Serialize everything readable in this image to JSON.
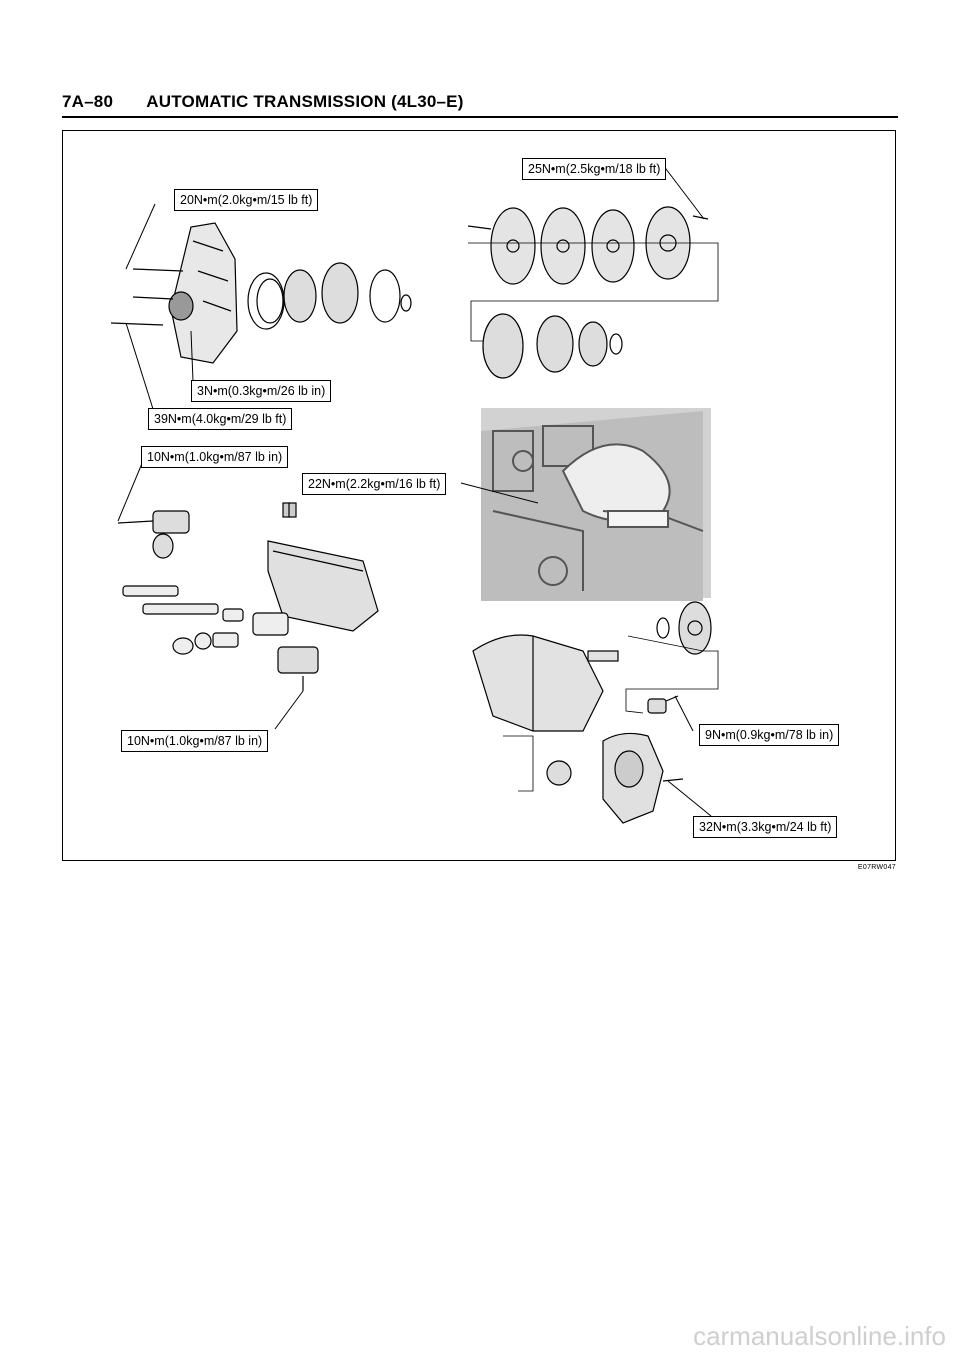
{
  "page": {
    "section_code": "7A–80",
    "section_title": "AUTOMATIC TRANSMISSION (4L30–E)"
  },
  "figure": {
    "id": "E07RW047",
    "torque_labels": {
      "t1": "20N•m(2.0kg•m/15 lb ft)",
      "t2": "25N•m(2.5kg•m/18 lb ft)",
      "t3": "3N•m(0.3kg•m/26 lb in)",
      "t4": "39N•m(4.0kg•m/29 lb ft)",
      "t5": "10N•m(1.0kg•m/87 lb in)",
      "t6": "22N•m(2.2kg•m/16 lb ft)",
      "t7": "10N•m(1.0kg•m/87 lb in)",
      "t8": "9N•m(0.9kg•m/78 lb in)",
      "t9": "32N•m(3.3kg•m/24 lb ft)"
    }
  },
  "watermark": "carmanualsonline.info"
}
